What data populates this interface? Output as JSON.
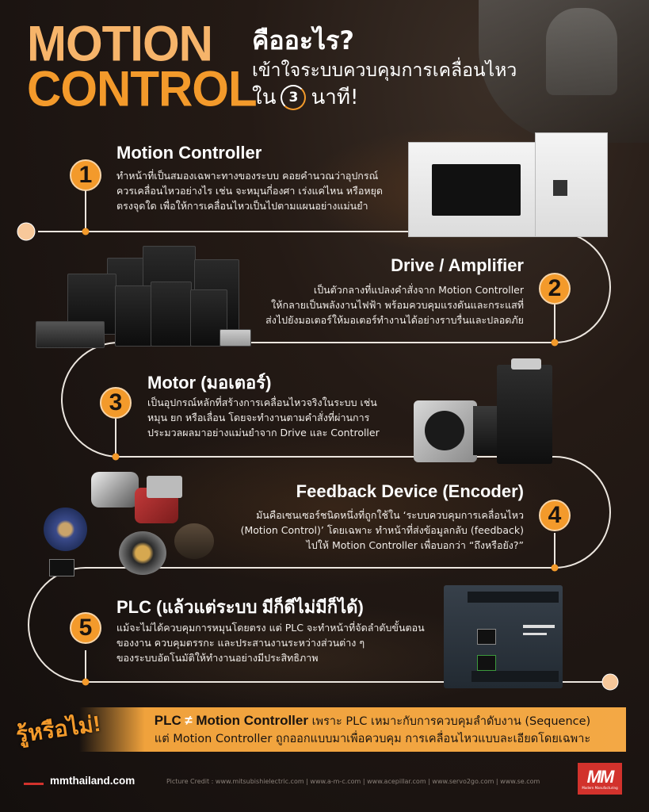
{
  "header": {
    "title_en_line1": "MOTION",
    "title_en_line2": "CONTROL",
    "question": "คืออะไร?",
    "subtitle": "เข้าใจระบบควบคุมการเคลื่อนไหว",
    "prefix": "ใน",
    "minutes_number": "3",
    "suffix": "นาที!"
  },
  "sections": [
    {
      "number": "1",
      "title": "Motion Controller",
      "lines": [
        "ทำหน้าที่เป็นสมองเฉพาะทางของระบบ คอยคำนวณว่าอุปกรณ์",
        "ควรเคลื่อนไหวอย่างไร เช่น จะหมุนกี่องศา เร่งแค่ไหน หรือหยุด",
        "ตรงจุดใด เพื่อให้การเคลื่อนไหวเป็นไปตามแผนอย่างแม่นยำ"
      ],
      "image": "mitsubishi-plc-controller"
    },
    {
      "number": "2",
      "title": "Drive / Amplifier",
      "lines": [
        "เป็นตัวกลางที่แปลงคำสั่งจาก Motion Controller",
        "ให้กลายเป็นพลังงานไฟฟ้า พร้อมควบคุมแรงดันและกระแสที่",
        "ส่งไปยังมอเตอร์ให้มอเตอร์ทำงานได้อย่างราบรื่นและปลอดภัย"
      ],
      "image": "servo-drives-group"
    },
    {
      "number": "3",
      "title": "Motor (มอเตอร์)",
      "lines": [
        "เป็นอุปกรณ์หลักที่สร้างการเคลื่อนไหวจริงในระบบ เช่น",
        "หมุน ยก หรือเลื่อน โดยจะทำงานตามคำสั่งที่ผ่านการ",
        "ประมวลผลมาอย่างแม่นยำจาก Drive และ Controller"
      ],
      "image": "servo-motor-and-drive"
    },
    {
      "number": "4",
      "title": "Feedback Device (Encoder)",
      "lines": [
        "มันคือเซนเซอร์ชนิดหนึ่งที่ถูกใช้ใน ‘ระบบควบคุมการเคลื่อนไหว",
        "(Motion Control)’ โดยเฉพาะ ทำหน้าที่ส่งข้อมูลกลับ (feedback)",
        "ไปให้ Motion Controller เพื่อบอกว่า “ถึงหรือยัง?”"
      ],
      "image": "encoders-group"
    },
    {
      "number": "5",
      "title": "PLC (แล้วแต่ระบบ มีก็ดีไม่มีก็ได้)",
      "lines": [
        "แม้จะไม่ได้ควบคุมการหมุนโดยตรง แต่ PLC จะทำหน้าที่จัดลำดับขั้นตอน",
        "ของงาน ควบคุมตรรกะ และประสานงานระหว่างส่วนต่าง ๆ",
        "ของระบบอัตโนมัติให้ทำงานอย่างมีประสิทธิภาพ"
      ],
      "image": "schneider-plc"
    }
  ],
  "banner": {
    "label": "รู้หรือไม่!",
    "line1_bold_a": "PLC",
    "line1_neq": "≠",
    "line1_bold_b": "Motion Controller",
    "line1_rest": " เพราะ PLC เหมาะกับการควบคุมลำดับงาน (Sequence)",
    "line2": "แต่ Motion Controller ถูกออกแบบมาเพื่อควบคุม การเคลื่อนไหวแบบละเอียดโดยเฉพาะ"
  },
  "footer": {
    "site": "mmthailand.com",
    "credit": "Picture Credit : www.mitsubishielectric.com  |  www.a-m-c.com  |  www.acepillar.com  |  www.servo2go.com  |  www.se.com",
    "logo_text": "MM",
    "logo_sub": "Modern Manufacturing"
  },
  "colors": {
    "accent": "#f39a2b",
    "accent_light": "#f6b46a",
    "background": "#1b1411",
    "logo_red": "#d2322c"
  }
}
